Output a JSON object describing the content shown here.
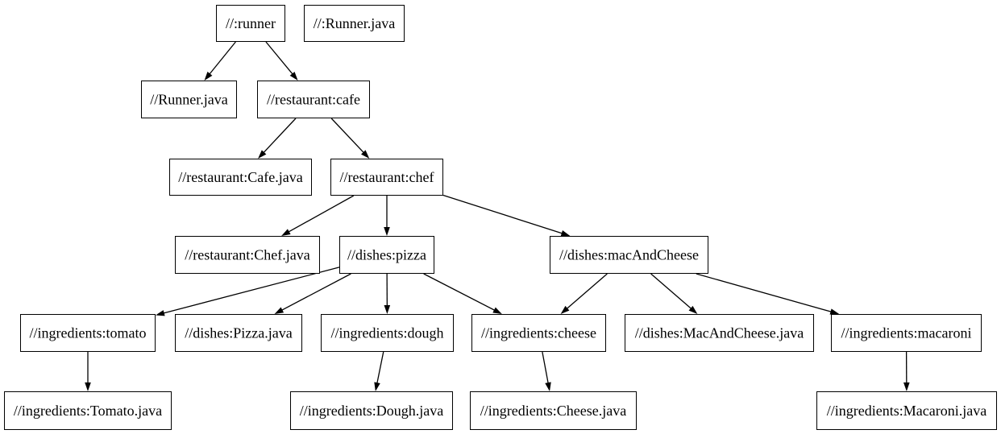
{
  "diagram": {
    "type": "dependency-graph",
    "background_color": "#ffffff",
    "node_fill": "#ffffff",
    "node_border_color": "#000000",
    "text_color": "#000000",
    "edge_color": "#000000",
    "nodes": [
      {
        "id": "runner",
        "label": "//:runner"
      },
      {
        "id": "runner-java-target",
        "label": "//:Runner.java"
      },
      {
        "id": "runner-java",
        "label": "//Runner.java"
      },
      {
        "id": "cafe",
        "label": "//restaurant:cafe"
      },
      {
        "id": "cafe-java",
        "label": "//restaurant:Cafe.java"
      },
      {
        "id": "chef",
        "label": "//restaurant:chef"
      },
      {
        "id": "chef-java",
        "label": "//restaurant:Chef.java"
      },
      {
        "id": "pizza",
        "label": "//dishes:pizza"
      },
      {
        "id": "mac-and-cheese",
        "label": "//dishes:macAndCheese"
      },
      {
        "id": "tomato",
        "label": "//ingredients:tomato"
      },
      {
        "id": "pizza-java",
        "label": "//dishes:Pizza.java"
      },
      {
        "id": "dough",
        "label": "//ingredients:dough"
      },
      {
        "id": "cheese",
        "label": "//ingredients:cheese"
      },
      {
        "id": "mac-and-cheese-java",
        "label": "//dishes:MacAndCheese.java"
      },
      {
        "id": "macaroni",
        "label": "//ingredients:macaroni"
      },
      {
        "id": "tomato-java",
        "label": "//ingredients:Tomato.java"
      },
      {
        "id": "dough-java",
        "label": "//ingredients:Dough.java"
      },
      {
        "id": "cheese-java",
        "label": "//ingredients:Cheese.java"
      },
      {
        "id": "macaroni-java",
        "label": "//ingredients:Macaroni.java"
      }
    ],
    "edges": [
      {
        "from": "runner",
        "to": "runner-java"
      },
      {
        "from": "runner",
        "to": "cafe"
      },
      {
        "from": "cafe",
        "to": "cafe-java"
      },
      {
        "from": "cafe",
        "to": "chef"
      },
      {
        "from": "chef",
        "to": "chef-java"
      },
      {
        "from": "chef",
        "to": "pizza"
      },
      {
        "from": "chef",
        "to": "mac-and-cheese"
      },
      {
        "from": "pizza",
        "to": "tomato"
      },
      {
        "from": "pizza",
        "to": "pizza-java"
      },
      {
        "from": "pizza",
        "to": "dough"
      },
      {
        "from": "pizza",
        "to": "cheese"
      },
      {
        "from": "mac-and-cheese",
        "to": "cheese"
      },
      {
        "from": "mac-and-cheese",
        "to": "mac-and-cheese-java"
      },
      {
        "from": "mac-and-cheese",
        "to": "macaroni"
      },
      {
        "from": "tomato",
        "to": "tomato-java"
      },
      {
        "from": "dough",
        "to": "dough-java"
      },
      {
        "from": "cheese",
        "to": "cheese-java"
      },
      {
        "from": "macaroni",
        "to": "macaroni-java"
      }
    ]
  }
}
